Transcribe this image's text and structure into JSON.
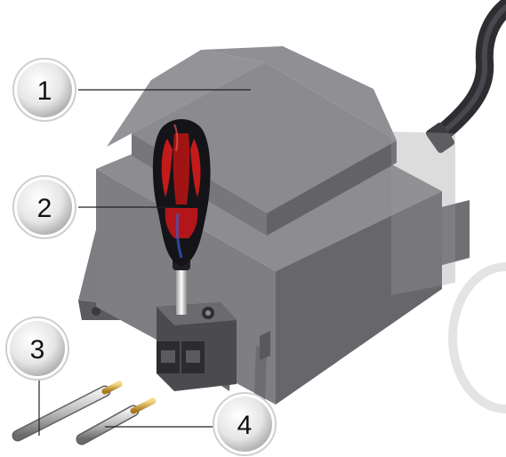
{
  "callouts": [
    {
      "number": "1",
      "target": "housing-cover"
    },
    {
      "number": "2",
      "target": "screwdriver"
    },
    {
      "number": "3",
      "target": "wire-lead"
    },
    {
      "number": "4",
      "target": "stripped-wire-ends"
    }
  ],
  "colors": {
    "housing_light": "#8d8d92",
    "housing_mid": "#74747a",
    "housing_dark": "#5c5c61",
    "screwdriver_handle": "#c41a1a",
    "screwdriver_grip_black": "#141418",
    "cable": "#3a3a3e",
    "copper": "#d6a93c",
    "callout_face": "#eeeeee"
  },
  "icons": [
    "screwdriver-icon",
    "cable-icon",
    "terminal-block-icon"
  ]
}
